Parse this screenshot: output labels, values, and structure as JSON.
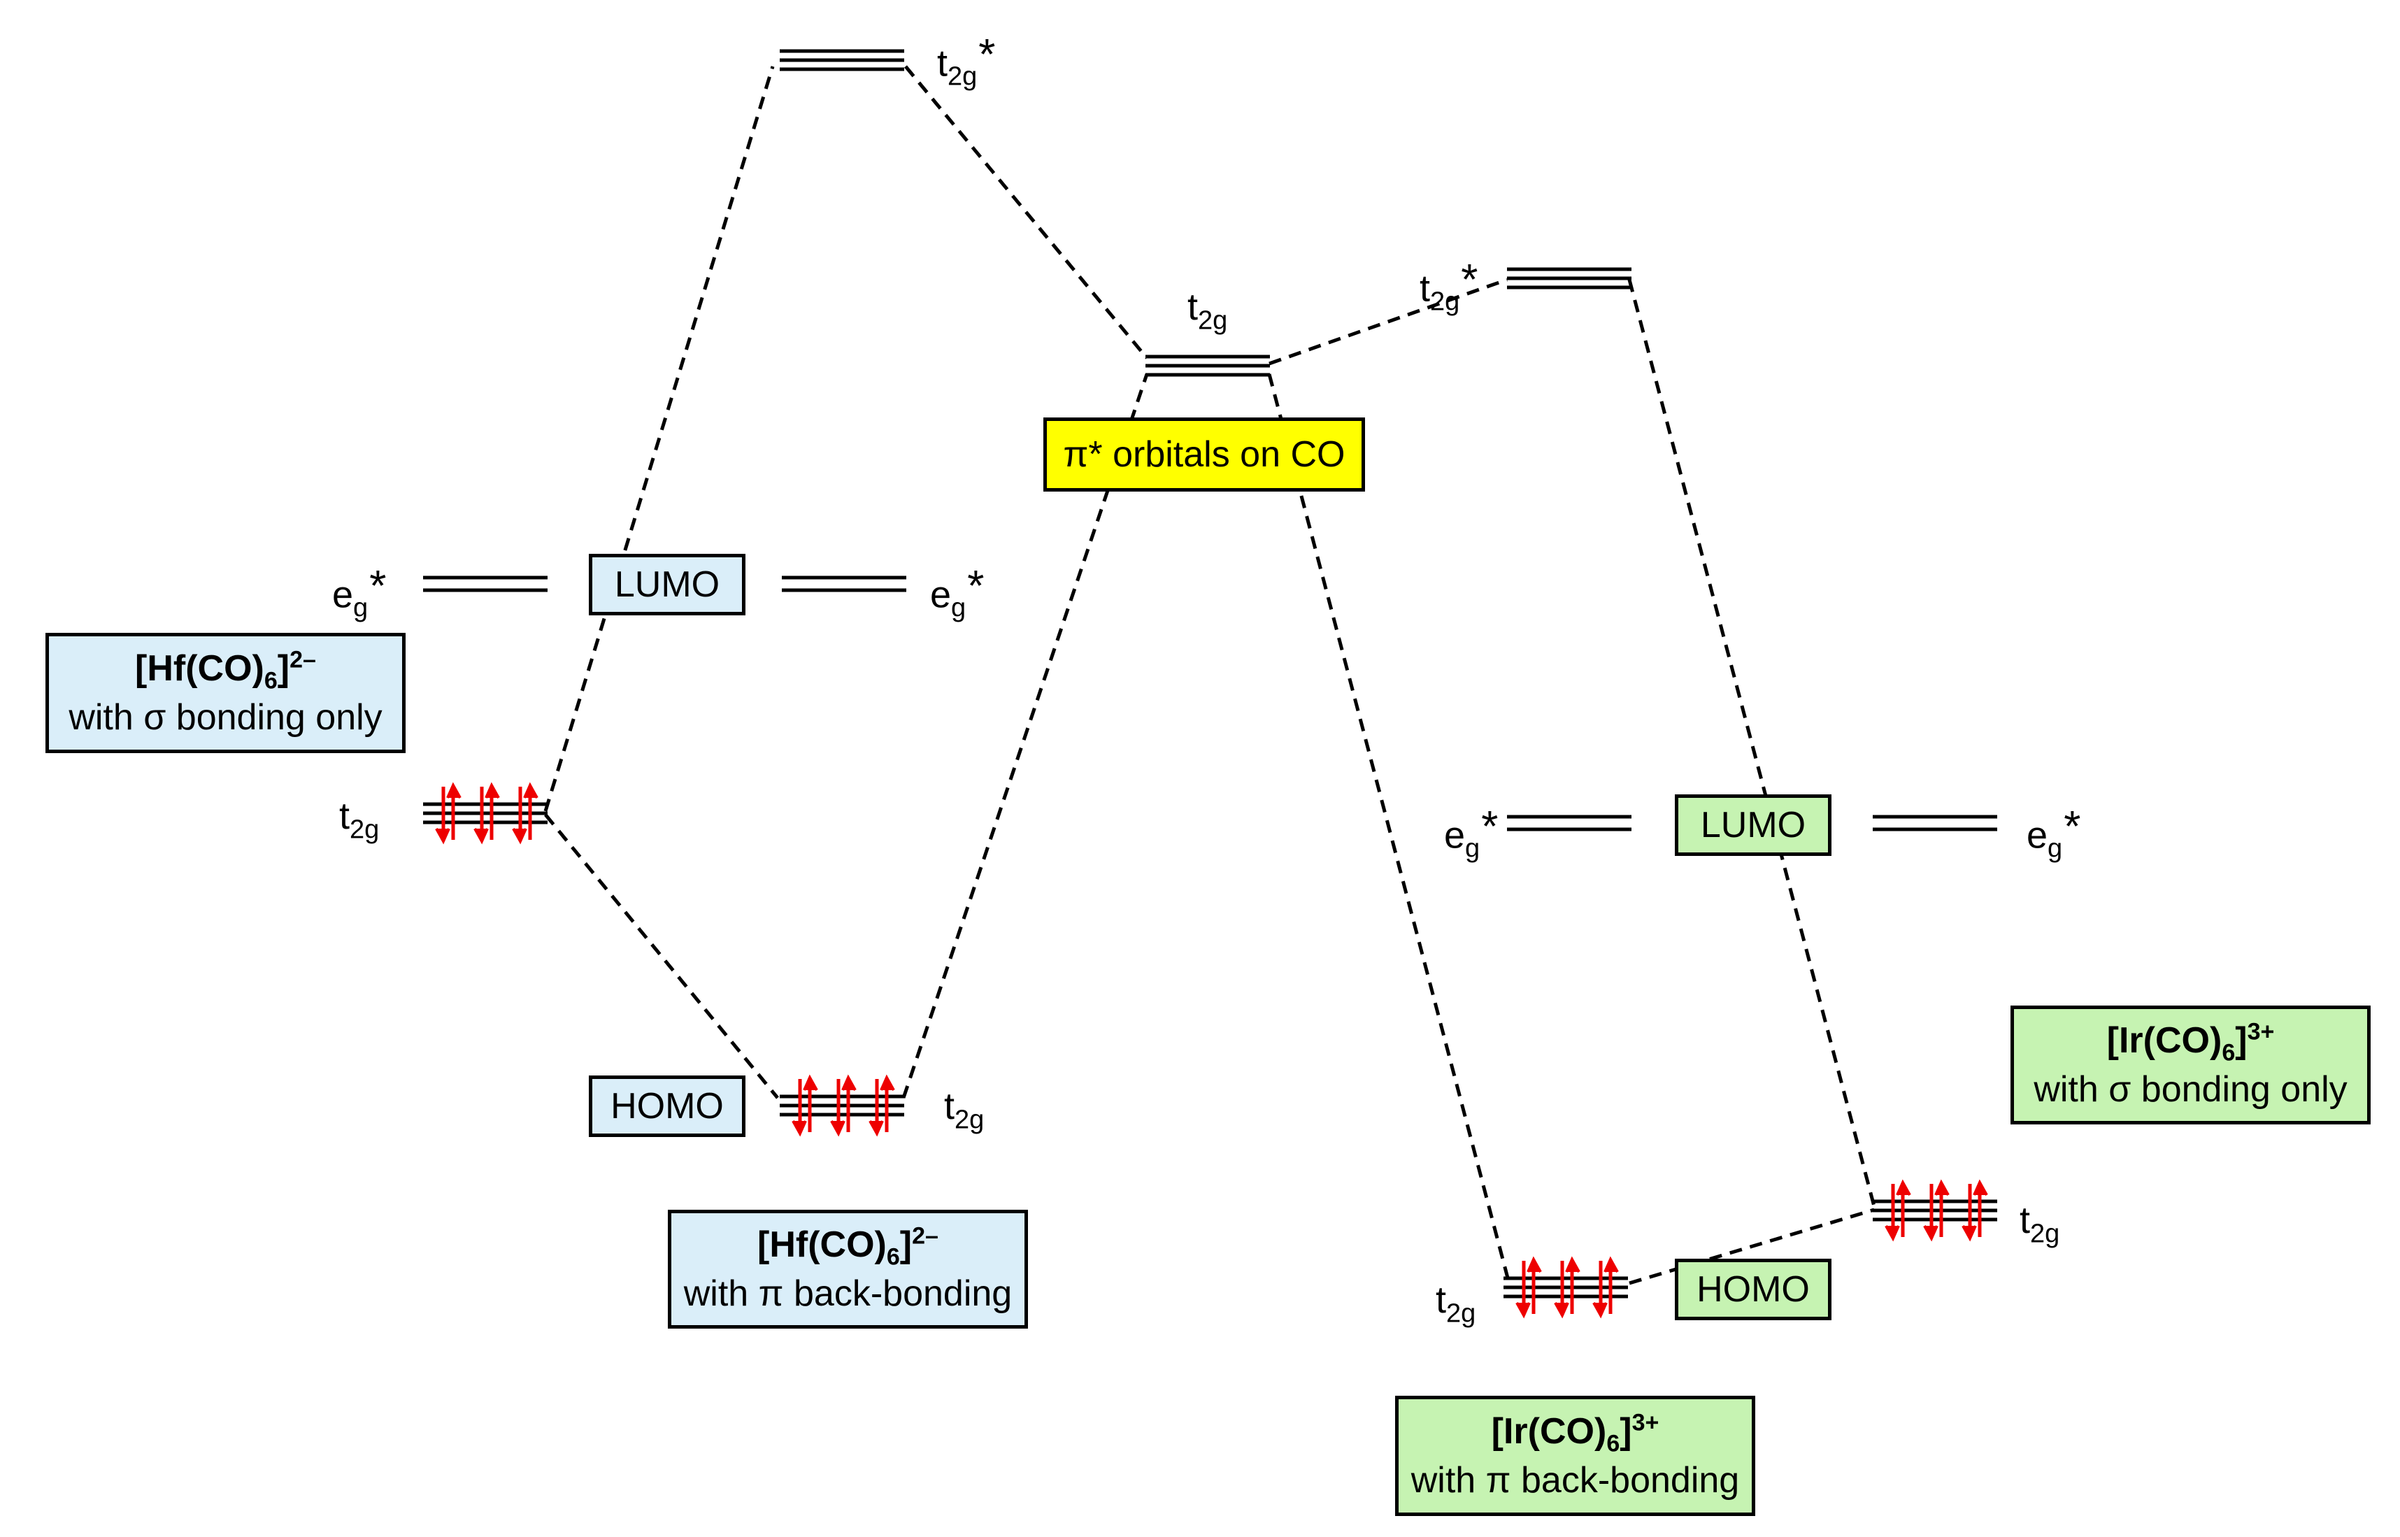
{
  "colors": {
    "blue_box": "#daeef9",
    "green_box": "#c6f3b2",
    "yellow_box": "#ffff00",
    "electron": "#ee0000"
  },
  "boxes": {
    "hf_sigma": {
      "formula": "[Hf(CO)",
      "subscript": "6",
      "charge": "2–",
      "description": "with σ bonding only"
    },
    "hf_pi": {
      "formula": "[Hf(CO)",
      "subscript": "6",
      "charge": "2–",
      "description": "with π back-bonding"
    },
    "ir_sigma": {
      "formula": "[Ir(CO)",
      "subscript": "6",
      "charge": "3+",
      "description": "with σ bonding only"
    },
    "ir_pi": {
      "formula": "[Ir(CO)",
      "subscript": "6",
      "charge": "3+",
      "description": "with π back-bonding"
    },
    "pi_star_co": "π* orbitals on CO",
    "lumo_hf": "LUMO",
    "homo_hf": "HOMO",
    "lumo_ir": "LUMO",
    "homo_ir": "HOMO"
  },
  "orbital_labels": {
    "t": "t",
    "t_sub": "2g",
    "e": "e",
    "e_sub": "g",
    "star": "*"
  }
}
